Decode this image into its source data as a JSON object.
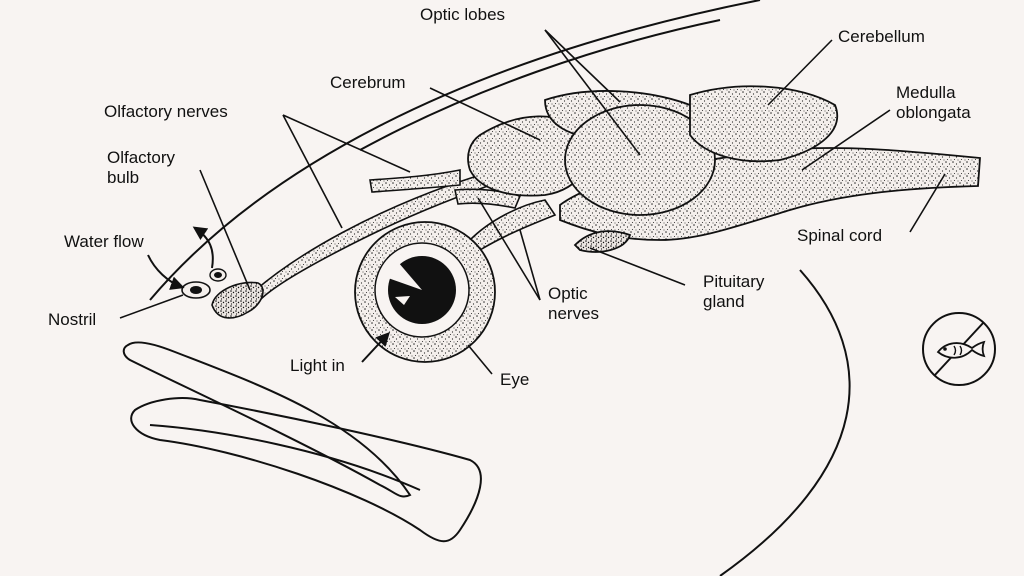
{
  "labels": {
    "optic_lobes": "Optic lobes",
    "cerebellum": "Cerebellum",
    "cerebrum": "Cerebrum",
    "medulla_line1": "Medulla",
    "medulla_line2": "oblongata",
    "olfactory_nerves": "Olfactory nerves",
    "olfactory_bulb_line1": "Olfactory",
    "olfactory_bulb_line2": "bulb",
    "water_flow": "Water flow",
    "spinal_cord": "Spinal cord",
    "nostril": "Nostril",
    "pituitary_line1": "Pituitary",
    "pituitary_line2": "gland",
    "optic_nerves_line1": "Optic",
    "optic_nerves_line2": "nerves",
    "light_in": "Light in",
    "eye": "Eye"
  },
  "colors": {
    "background": "#f8f4f2",
    "ink": "#111111",
    "tissue": "#e9e3df"
  },
  "icons": {
    "badge": "no-fishing-icon"
  }
}
